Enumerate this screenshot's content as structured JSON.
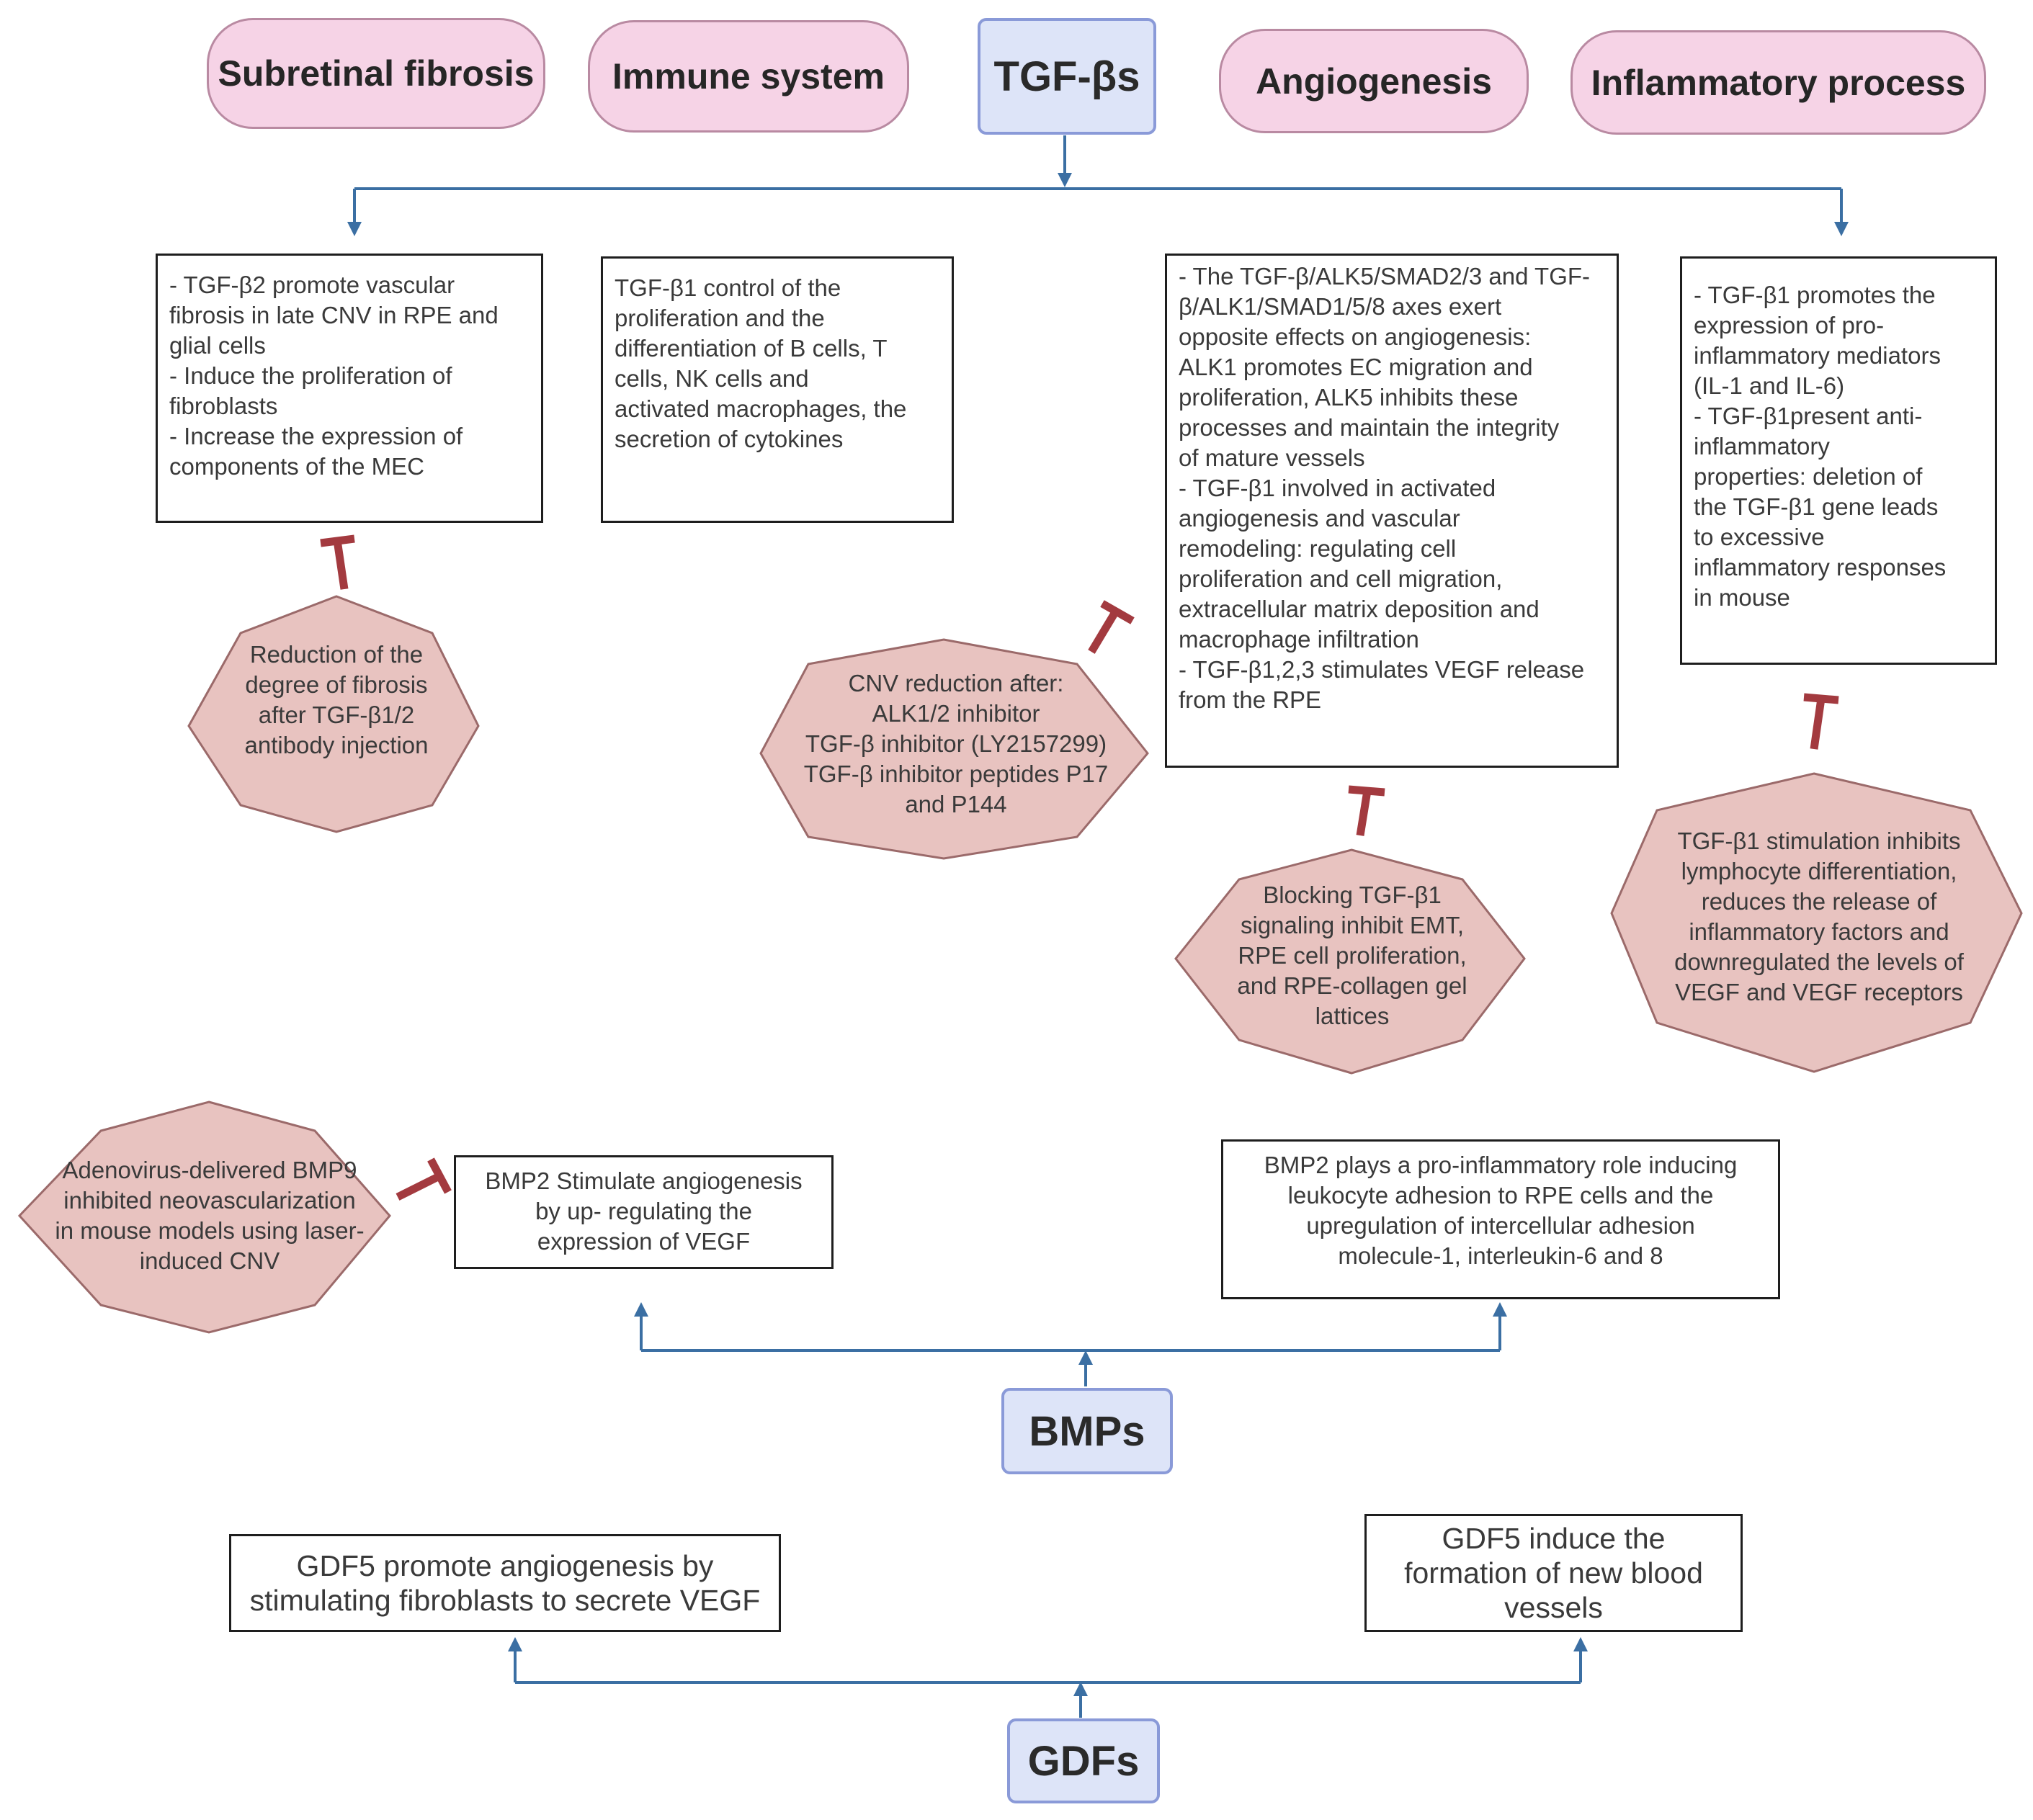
{
  "categories": {
    "subretinal_fibrosis": "Subretinal fibrosis",
    "immune_system": "Immune system",
    "angiogenesis": "Angiogenesis",
    "inflammatory_process": "Inflammatory process"
  },
  "hubs": {
    "tgf": "TGF-βs",
    "bmps": "BMPs",
    "gdfs": "GDFs"
  },
  "tgf_boxes": {
    "fibrosis": "- TGF-β2 promote vascular\nfibrosis in late CNV in RPE and\nglial cells\n- Induce the proliferation of\nfibroblasts\n- Increase the expression of\ncomponents of the MEC",
    "immune": "TGF-β1 control of the\nproliferation and the\ndifferentiation of B cells, T\ncells, NK cells and\nactivated macrophages, the\nsecretion of cytokines",
    "angiogenesis": "- The TGF-β/ALK5/SMAD2/3 and TGF-\nβ/ALK1/SMAD1/5/8 axes exert\nopposite effects on angiogenesis:\nALK1 promotes EC migration and\nproliferation, ALK5 inhibits these\nprocesses and maintain the integrity\nof mature vessels\n- TGF-β1 involved in activated\nangiogenesis and vascular\nremodeling: regulating cell\nproliferation and cell migration,\nextracellular matrix deposition and\nmacrophage infiltration\n- TGF-β1,2,3 stimulates VEGF release\nfrom the RPE",
    "inflammatory": "- TGF-β1 promotes the\nexpression of pro-\ninflammatory mediators\n(IL-1 and IL-6)\n- TGF-β1present anti-\ninflammatory\nproperties: deletion of\nthe TGF-β1 gene leads\nto excessive\ninflammatory responses\nin mouse"
  },
  "inhibitors": {
    "fibrosis": "Reduction of the\ndegree of fibrosis\nafter TGF-β1/2\nantibody injection",
    "cnv": "CNV reduction after:\nALK1/2 inhibitor\nTGF-β inhibitor (LY2157299)\nTGF-β inhibitor peptides P17\nand P144",
    "blocking": "Blocking TGF-β1\nsignaling inhibit EMT,\nRPE cell proliferation,\nand RPE-collagen gel\nlattices",
    "stimulation": "TGF-β1 stimulation inhibits\nlymphocyte differentiation,\nreduces the release of\ninflammatory factors and\ndownregulated the levels of\nVEGF and VEGF receptors",
    "bmp9": "Adenovirus-delivered BMP9\ninhibited neovascularization\nin mouse models using laser-\ninduced CNV"
  },
  "bmp_boxes": {
    "angiogenesis": "BMP2 Stimulate angiogenesis\nby up- regulating the\nexpression of VEGF",
    "inflammation": "BMP2 plays a pro-inflammatory role inducing\nleukocyte adhesion to RPE cells and the\nupregulation of intercellular adhesion\nmolecule-1, interleukin-6 and 8"
  },
  "gdf_boxes": {
    "left": "GDF5 promote angiogenesis by\nstimulating fibroblasts to secrete VEGF",
    "right": "GDF5 induce the\nformation of new blood\nvessels"
  },
  "colors": {
    "pill_fill": "#f6d3e6",
    "hub_fill": "#dde4f8",
    "hub_border": "#8a9ad8",
    "hex_fill": "#e8c3c0",
    "hex_border": "#9b6a6a",
    "connector": "#3b6fa3",
    "inhibitor": "#a33a3f"
  }
}
